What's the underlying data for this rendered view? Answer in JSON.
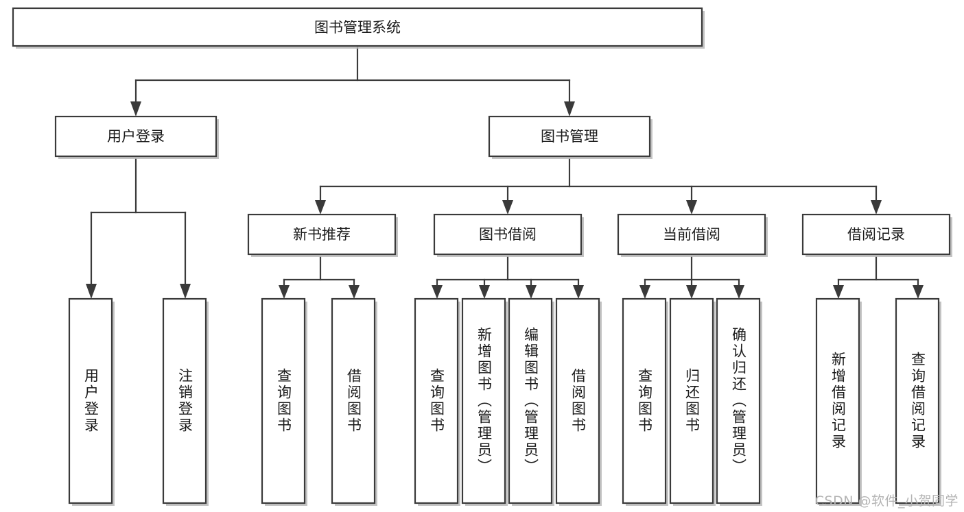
{
  "diagram": {
    "type": "tree-hierarchy-chart",
    "title": "图书管理系统",
    "watermark": "CSDN @软件_小贺同学",
    "colors": {
      "background": "#ffffff",
      "box_fill": "#ffffff",
      "box_stroke": "#3a3a3a",
      "text": "#1a1a1a",
      "watermark": "#b4b4b4"
    },
    "levels": [
      {
        "level": 1,
        "nodes": [
          {
            "id": "root",
            "label": "图书管理系统",
            "orientation": "horizontal"
          }
        ]
      },
      {
        "level": 2,
        "nodes": [
          {
            "id": "login",
            "label": "用户登录",
            "parent": "root",
            "orientation": "horizontal"
          },
          {
            "id": "bookmgmt",
            "label": "图书管理",
            "parent": "root",
            "orientation": "horizontal"
          }
        ]
      },
      {
        "level": 3,
        "nodes": [
          {
            "id": "newbook",
            "label": "新书推荐",
            "parent": "bookmgmt",
            "orientation": "horizontal"
          },
          {
            "id": "borrow",
            "label": "图书借阅",
            "parent": "bookmgmt",
            "orientation": "horizontal"
          },
          {
            "id": "current",
            "label": "当前借阅",
            "parent": "bookmgmt",
            "orientation": "horizontal"
          },
          {
            "id": "record",
            "label": "借阅记录",
            "parent": "bookmgmt",
            "orientation": "horizontal"
          }
        ]
      },
      {
        "level": 4,
        "nodes": [
          {
            "id": "leaf1",
            "label": "用户登录",
            "parent": "login",
            "orientation": "vertical"
          },
          {
            "id": "leaf2",
            "label": "注销登录",
            "parent": "login",
            "orientation": "vertical"
          },
          {
            "id": "leaf3",
            "label": "查询图书",
            "parent": "newbook",
            "orientation": "vertical"
          },
          {
            "id": "leaf4",
            "label": "借阅图书",
            "parent": "newbook",
            "orientation": "vertical"
          },
          {
            "id": "leaf5",
            "label": "查询图书",
            "parent": "borrow",
            "orientation": "vertical"
          },
          {
            "id": "leaf6",
            "label": "新增图书（管理员）",
            "parent": "borrow",
            "orientation": "vertical"
          },
          {
            "id": "leaf7",
            "label": "编辑图书（管理员）",
            "parent": "borrow",
            "orientation": "vertical"
          },
          {
            "id": "leaf8",
            "label": "借阅图书",
            "parent": "borrow",
            "orientation": "vertical"
          },
          {
            "id": "leaf9",
            "label": "查询图书",
            "parent": "current",
            "orientation": "vertical"
          },
          {
            "id": "leaf10",
            "label": "归还图书",
            "parent": "current",
            "orientation": "vertical"
          },
          {
            "id": "leaf11",
            "label": "确认归还（管理员）",
            "parent": "current",
            "orientation": "vertical"
          },
          {
            "id": "leaf12",
            "label": "新增借阅记录",
            "parent": "record",
            "orientation": "vertical"
          },
          {
            "id": "leaf13",
            "label": "查询借阅记录",
            "parent": "record",
            "orientation": "vertical"
          }
        ]
      }
    ]
  }
}
